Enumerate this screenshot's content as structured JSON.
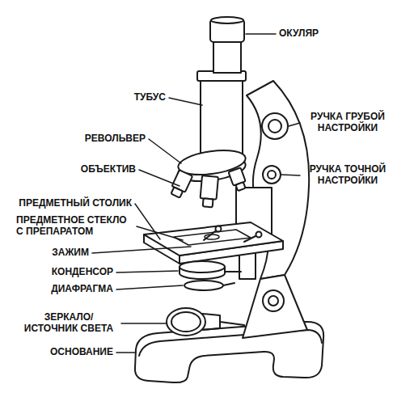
{
  "diagram": {
    "labels": [
      "ОКУЛЯР",
      "ТУБУС",
      "РУЧКА ГРУБОЙ НАСТРОЙКИ",
      "РЕВОЛЬВЕР",
      "ОБЪЕКТИВ",
      "РУЧКА ТОЧНОЙ НАСТРОЙКИ",
      "ПРЕДМЕТНЫЙ СТОЛИК",
      "ПРЕДМЕТНОЕ СТЕКЛО С ПРЕПАРАТОМ",
      "ЗАЖИМ",
      "КОНДЕНСОР",
      "ДИАФРАГМА",
      "ЗЕРКАЛО/ ИСТОЧНИК СВЕТА",
      "ОСНОВАНИЕ"
    ]
  }
}
